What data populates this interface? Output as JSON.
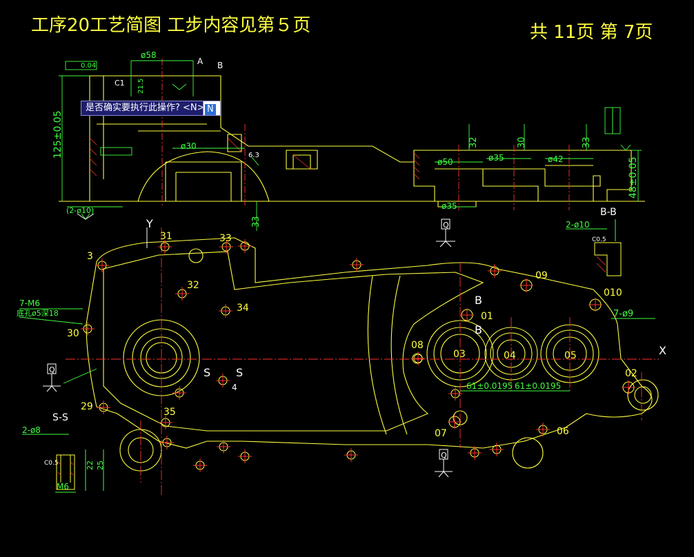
{
  "header": {
    "process_title": "工序20工艺简图  工步内容见第５页",
    "page_count": "共 11页  第 7页"
  },
  "prompt": {
    "message": "是否确实要执行此操作? <N>",
    "input_value": "N"
  },
  "labels": {
    "axis_x": "X",
    "axis_y": "Y",
    "view_bb": "B-B",
    "view_ss": "S-S",
    "hole_label_1": "2-ø10",
    "hole_label_2": "2-ø8",
    "thread_label": "7-M6",
    "depth_label": "底孔ø5深18",
    "pattern_label": "7-ø9",
    "thread_m6": "M6",
    "holes_ref": "(2-ø10)",
    "tol_dim_1": "ø58",
    "tol_dim_2": "ø30",
    "tol_dim_3": "ø50",
    "tol_dim_4": "ø35",
    "tol_dim_5": "ø42",
    "tol_dim_6": "ø35",
    "dim_125": "125±0.05",
    "dim_48": "48±0.05",
    "dim_32": "32",
    "dim_30": "30",
    "dim_33": "33",
    "dim_33b": "33",
    "dim_61a": "61±0.0195",
    "dim_61b": "61±0.0195",
    "dim_22": "22",
    "dim_25": "25",
    "dim_21": "21.5",
    "flat_tol": "0.04",
    "c1": "C1",
    "c05a": "C0.5",
    "c05b": "C0.5",
    "angle": "6.3",
    "ref_a": "A",
    "ref_b": "B",
    "ref_q": "Q"
  },
  "points": [
    {
      "id": "31"
    },
    {
      "id": "33"
    },
    {
      "id": "3"
    },
    {
      "id": "32"
    },
    {
      "id": "34"
    },
    {
      "id": "30"
    },
    {
      "id": "29"
    },
    {
      "id": "35"
    },
    {
      "id": "01"
    },
    {
      "id": "02"
    },
    {
      "id": "03"
    },
    {
      "id": "04"
    },
    {
      "id": "05"
    },
    {
      "id": "06"
    },
    {
      "id": "07"
    },
    {
      "id": "08"
    },
    {
      "id": "09"
    },
    {
      "id": "010"
    }
  ],
  "section_marks": {
    "s": "S",
    "s4": "4",
    "b": "B"
  }
}
